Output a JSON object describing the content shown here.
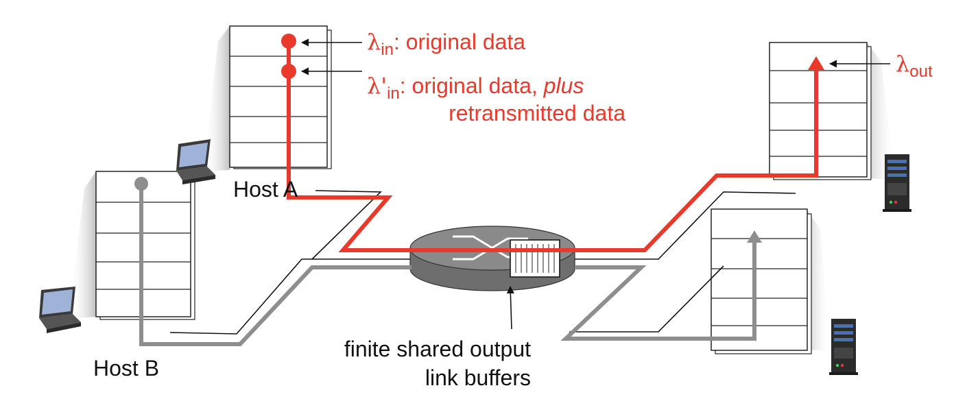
{
  "colors": {
    "red_flow": "#e8392b",
    "gray_flow": "#8e8e8e",
    "text_black": "#111111",
    "router_top": "#8a8a8a",
    "router_side": "#6e6e6e"
  },
  "labels": {
    "host_a": "Host A",
    "host_b": "Host B",
    "buffer_note_line1": "finite shared output",
    "buffer_note_line2": "link buffers",
    "lambda_in_sym": "λ",
    "lambda_in_sub": "in",
    "lambda_in_text": ": original data",
    "lambda_in_prime_sym": "λ'",
    "lambda_in_prime_sub": "in",
    "lambda_in_prime_text": ": original data, ",
    "lambda_in_prime_plus": "plus",
    "lambda_in_prime_text2": "retransmitted data",
    "lambda_out_sym": "λ",
    "lambda_out_sub": "out"
  },
  "icons": [
    "laptop-icon",
    "laptop-icon",
    "server-icon",
    "server-icon",
    "router-icon"
  ]
}
